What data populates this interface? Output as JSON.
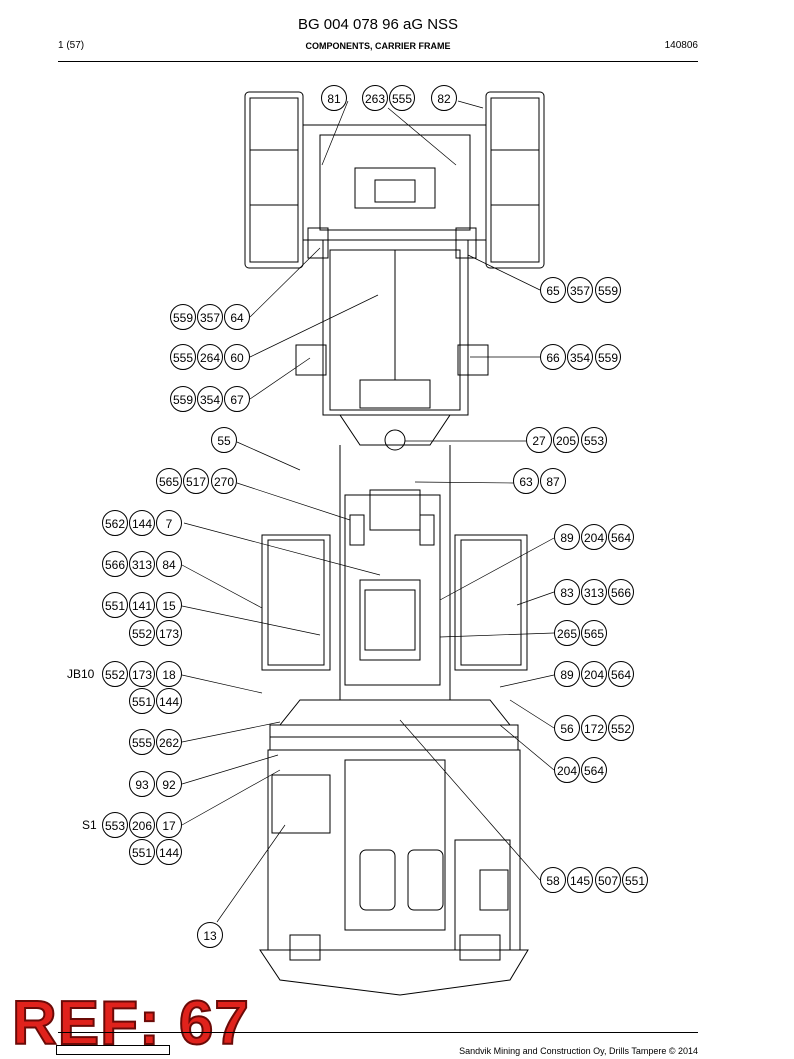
{
  "header": {
    "title": "BG 004 078 96 aG NSS",
    "page": "1 (57)",
    "subtitle": "COMPONENTS, CARRIER FRAME",
    "date": "140806"
  },
  "balloons": [
    {
      "id": "b1",
      "label": "81"
    },
    {
      "id": "b2",
      "label": "263"
    },
    {
      "id": "b3",
      "label": "555"
    },
    {
      "id": "b4",
      "label": "82"
    },
    {
      "id": "b5",
      "label": "65"
    },
    {
      "id": "b6",
      "label": "357"
    },
    {
      "id": "b7",
      "label": "559"
    },
    {
      "id": "b8",
      "label": "559"
    },
    {
      "id": "b9",
      "label": "357"
    },
    {
      "id": "b10",
      "label": "64"
    },
    {
      "id": "b11",
      "label": "555"
    },
    {
      "id": "b12",
      "label": "264"
    },
    {
      "id": "b13",
      "label": "60"
    },
    {
      "id": "b14",
      "label": "66"
    },
    {
      "id": "b15",
      "label": "354"
    },
    {
      "id": "b16",
      "label": "559"
    },
    {
      "id": "b17",
      "label": "559"
    },
    {
      "id": "b18",
      "label": "354"
    },
    {
      "id": "b19",
      "label": "67"
    },
    {
      "id": "b20",
      "label": "55"
    },
    {
      "id": "b21",
      "label": "27"
    },
    {
      "id": "b22",
      "label": "205"
    },
    {
      "id": "b23",
      "label": "553"
    },
    {
      "id": "b24",
      "label": "565"
    },
    {
      "id": "b25",
      "label": "517"
    },
    {
      "id": "b26",
      "label": "270"
    },
    {
      "id": "b27",
      "label": "63"
    },
    {
      "id": "b28",
      "label": "87"
    },
    {
      "id": "b29",
      "label": "562"
    },
    {
      "id": "b30",
      "label": "144"
    },
    {
      "id": "b31",
      "label": "7"
    },
    {
      "id": "b32",
      "label": "89"
    },
    {
      "id": "b33",
      "label": "204"
    },
    {
      "id": "b34",
      "label": "564"
    },
    {
      "id": "b35",
      "label": "566"
    },
    {
      "id": "b36",
      "label": "313"
    },
    {
      "id": "b37",
      "label": "84"
    },
    {
      "id": "b38",
      "label": "83"
    },
    {
      "id": "b39",
      "label": "313"
    },
    {
      "id": "b40",
      "label": "566"
    },
    {
      "id": "b41",
      "label": "551"
    },
    {
      "id": "b42",
      "label": "141"
    },
    {
      "id": "b43",
      "label": "15"
    },
    {
      "id": "b44",
      "label": "552"
    },
    {
      "id": "b45",
      "label": "173"
    },
    {
      "id": "b46",
      "label": "265"
    },
    {
      "id": "b47",
      "label": "565"
    },
    {
      "id": "b48",
      "label": "552"
    },
    {
      "id": "b49",
      "label": "173"
    },
    {
      "id": "b50",
      "label": "18"
    },
    {
      "id": "b51",
      "label": "89"
    },
    {
      "id": "b52",
      "label": "204"
    },
    {
      "id": "b53",
      "label": "564"
    },
    {
      "id": "b54",
      "label": "551"
    },
    {
      "id": "b55",
      "label": "144"
    },
    {
      "id": "b56",
      "label": "56"
    },
    {
      "id": "b57",
      "label": "172"
    },
    {
      "id": "b58",
      "label": "552"
    },
    {
      "id": "b59",
      "label": "555"
    },
    {
      "id": "b60",
      "label": "262"
    },
    {
      "id": "b61",
      "label": "204"
    },
    {
      "id": "b62",
      "label": "564"
    },
    {
      "id": "b63",
      "label": "93"
    },
    {
      "id": "b64",
      "label": "92"
    },
    {
      "id": "b65",
      "label": "553"
    },
    {
      "id": "b66",
      "label": "206"
    },
    {
      "id": "b67",
      "label": "17"
    },
    {
      "id": "b68",
      "label": "551"
    },
    {
      "id": "b69",
      "label": "144"
    },
    {
      "id": "b70",
      "label": "58"
    },
    {
      "id": "b71",
      "label": "145"
    },
    {
      "id": "b72",
      "label": "507"
    },
    {
      "id": "b73",
      "label": "551"
    },
    {
      "id": "b74",
      "label": "13"
    }
  ],
  "prefixes": [
    {
      "id": "p1",
      "label": "JB10"
    },
    {
      "id": "p2",
      "label": "S1"
    }
  ],
  "reference": "REF: 67",
  "footer": {
    "text": "Sandvik Mining and Construction Oy, Drills Tampere © 2014"
  },
  "colors": {
    "reference": "#e0221c",
    "line": "#000000"
  }
}
